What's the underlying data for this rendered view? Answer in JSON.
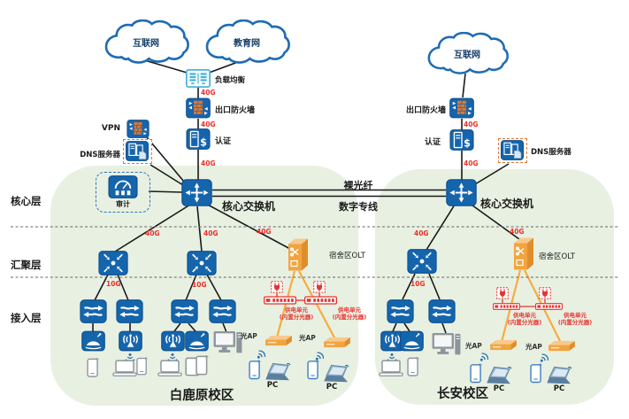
{
  "clouds": {
    "internet": "互联网",
    "education": "教育网"
  },
  "layers": {
    "core": "核心层",
    "aggregation": "汇聚层",
    "access": "接入层"
  },
  "devices": {
    "load_balancer": "负载均衡",
    "egress_firewall": "出口防火墙",
    "auth": "认证",
    "vpn": "VPN",
    "dns": "DNS服务器",
    "audit": "审计",
    "core_switch": "核心交换机",
    "dorm_olt": "宿舍区OLT",
    "power_unit": "供电单元",
    "power_unit_note": "(内置分光器)",
    "optical_ap": "光AP",
    "pc": "PC"
  },
  "links": {
    "bare_fiber": "裸光纤",
    "digital_line": "数字专线",
    "bw40": "40G",
    "bw10": "10G"
  },
  "campuses": {
    "left": "白鹿原校区",
    "right": "长安校区"
  },
  "icons": {
    "auth_dollar": "$"
  },
  "colors": {
    "device_blue": "#1565ad",
    "brick_orange": "#e0762f",
    "speed_red": "#e8302a",
    "power_red": "#e53530",
    "olt_orange": "#f2a43f",
    "fiber_orange": "#f6ac3d",
    "campus_green": "#e8f0e2",
    "cloud_blue": "#1f6cb4"
  }
}
